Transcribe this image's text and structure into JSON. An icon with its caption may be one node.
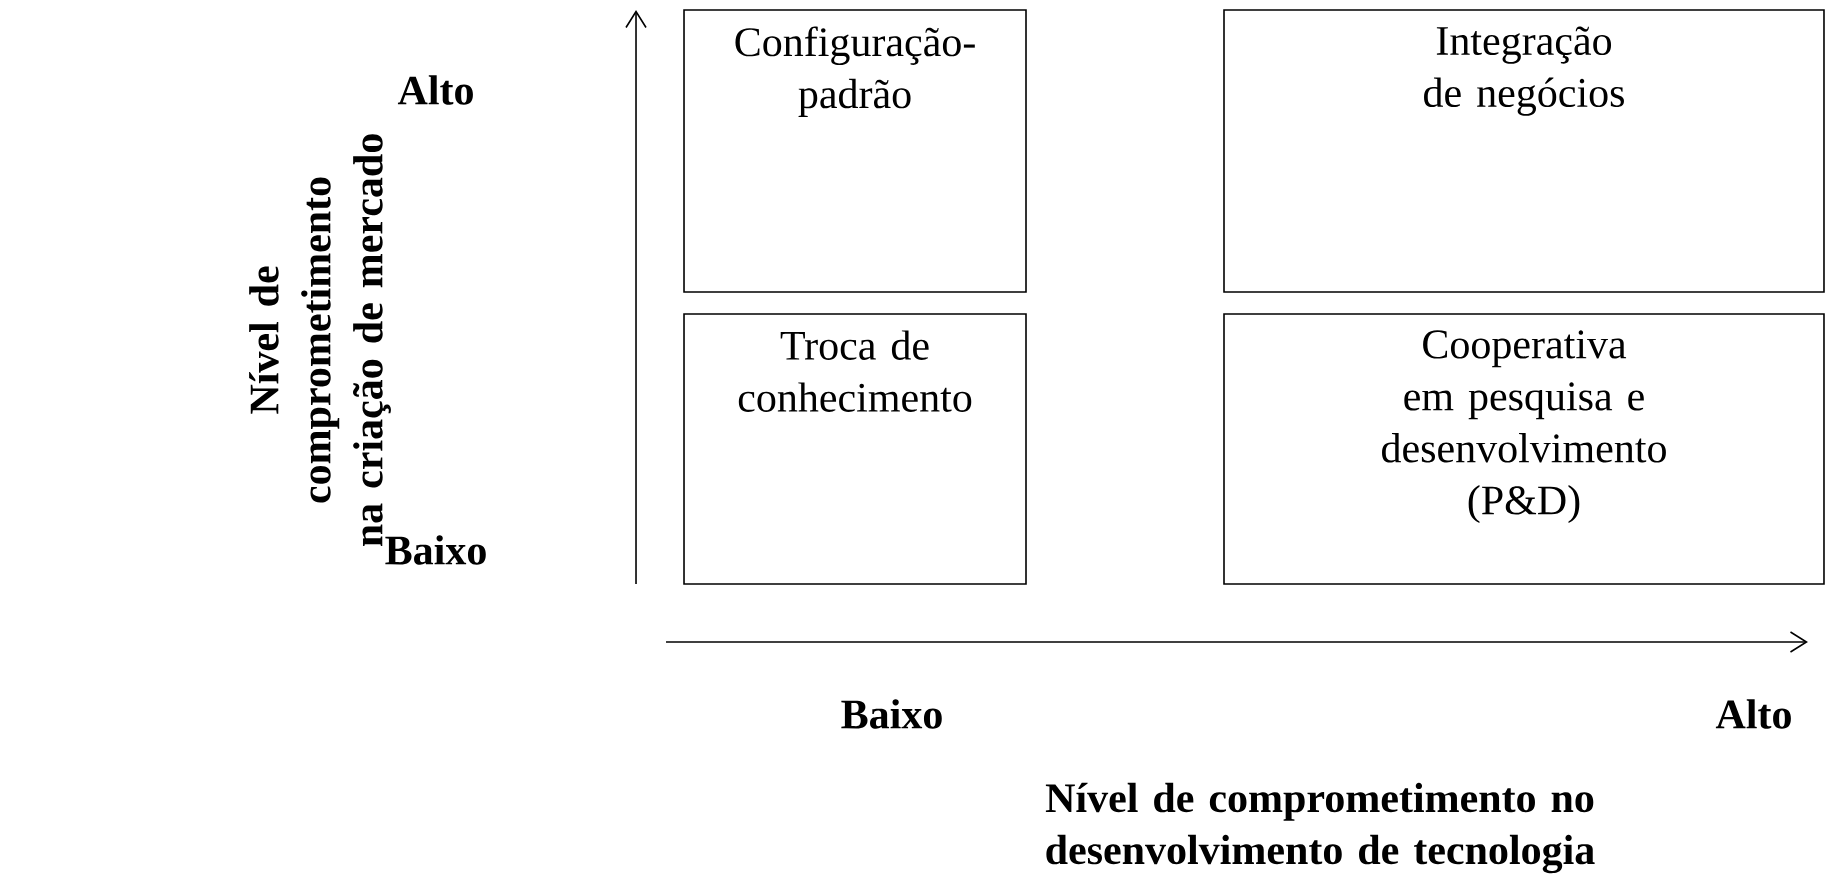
{
  "diagram": {
    "nodes": [
      {
        "text": [
          "Configuração-padrão"
        ]
      },
      {
        "text": [
          "Integração de negócios"
        ]
      },
      {
        "text": [
          "Troca de conhecimento"
        ]
      },
      {
        "text": [
          "Cooperativa em pesquisa e desenvolvimento (P&D)"
        ]
      }
    ],
    "labels": [
      "Alto",
      "Nível de comprometimento na criação de mercado",
      "Baixo",
      "Baixo",
      "Alto",
      "Nível de comprometimento no desenvolvimento de tecnologia"
    ]
  }
}
